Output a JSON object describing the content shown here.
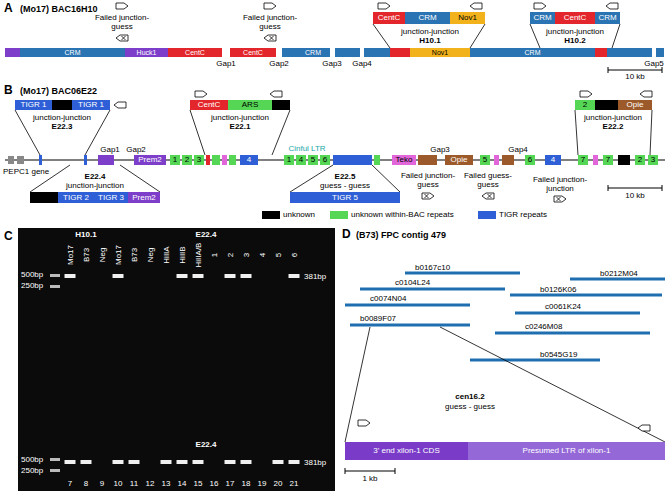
{
  "diagram": {
    "nodes": [
      {
        "text": [
          "CRM"
        ]
      },
      {
        "text": [
          "Huck1"
        ]
      },
      {
        "text": [
          "CentC"
        ]
      },
      {
        "text": [
          "CentC"
        ]
      },
      {
        "text": [
          "CRM"
        ]
      },
      {
        "text": [
          "CentC"
        ]
      },
      {
        "text": [
          "CRM"
        ]
      },
      {
        "text": [
          "Nov1"
        ]
      },
      {
        "text": [
          "Nov1"
        ]
      },
      {
        "text": [
          "CRM"
        ]
      },
      {
        "text": [
          "CRM"
        ]
      },
      {
        "text": [
          "CentC"
        ]
      },
      {
        "text": [
          "CRM"
        ]
      },
      {
        "text": [
          "TIGR 1"
        ]
      },
      {
        "text": [
          "TIGR 1"
        ]
      },
      {
        "text": [
          "CentC"
        ]
      },
      {
        "text": [
          "ARS"
        ]
      },
      {
        "text": [
          "2"
        ]
      },
      {
        "text": [
          "Opie"
        ]
      },
      {
        "text": [
          "Prem2"
        ]
      },
      {
        "text": [
          "1"
        ]
      },
      {
        "text": [
          "2"
        ]
      },
      {
        "text": [
          "3"
        ]
      },
      {
        "text": [
          "4"
        ]
      },
      {
        "text": [
          "1"
        ]
      },
      {
        "text": [
          "4"
        ]
      },
      {
        "text": [
          "5"
        ]
      },
      {
        "text": [
          "6"
        ]
      },
      {
        "text": [
          "Teko"
        ]
      },
      {
        "text": [
          "Opie"
        ]
      },
      {
        "text": [
          "5"
        ]
      },
      {
        "text": [
          "6"
        ]
      },
      {
        "text": [
          "4"
        ]
      },
      {
        "text": [
          "7"
        ]
      },
      {
        "text": [
          "7"
        ]
      },
      {
        "text": [
          "2"
        ]
      },
      {
        "text": [
          "3"
        ]
      },
      {
        "text": [
          "TIGR 2"
        ]
      },
      {
        "text": [
          "TIGR 3"
        ]
      },
      {
        "text": [
          "Prem2"
        ]
      },
      {
        "text": [
          "TIGR 5"
        ]
      },
      {
        "text": [
          "3' end xilon-1 CDS"
        ]
      },
      {
        "text": [
          "Presumed LTR of xilon-1"
        ]
      }
    ],
    "labels": [
      "A",
      "(Mo17) BAC16H10",
      "Failed junction-guess",
      "Failed junction-guess",
      "junction-junction",
      "H10.1",
      "junction-junction",
      "H10.2",
      "Gap1",
      "Gap2",
      "Gap3",
      "Gap4",
      "Gap5",
      "10 kb",
      "B",
      "(Mo17) BAC06E22",
      "junction-junction",
      "E22.3",
      "junction-junction",
      "E22.1",
      "junction-junction",
      "E22.2",
      "PEPC1 gene",
      "Gap1",
      "Gap2",
      "Cinful LTR",
      "Gap3",
      "Gap4",
      "E22.4",
      "junction-junction",
      "E22.5",
      "guess - guess",
      "Failed junction-guess",
      "Failed guess-guess",
      "Failed junction-junction",
      "10 kb",
      "C",
      "H10.1",
      "E22.4",
      "Mo17",
      "B73",
      "Neg",
      "Mo17",
      "B73",
      "Neg",
      "HiIIA",
      "HiIIB",
      "HiIIA/B",
      "1",
      "2",
      "3",
      "4",
      "5",
      "6",
      "500bp",
      "250bp",
      "381bp",
      "500bp",
      "250bp",
      "381bp",
      "7",
      "8",
      "9",
      "10",
      "11",
      "12",
      "13",
      "14",
      "15",
      "16",
      "17",
      "18",
      "19",
      "20",
      "21",
      "E22.4",
      "D",
      "(B73) FPC contig 479",
      "b0167c10",
      "c0104L24",
      "b0212M04",
      "c0074N04",
      "b0126K06",
      "c0061K24",
      "b0089F07",
      "c0246M08",
      "b0545G19",
      "cen16.2",
      "guess - guess",
      "1 kb"
    ],
    "legend": [
      {
        "text": "unknown",
        "color": "#000000"
      },
      {
        "text": "unknown within-BAC repeats",
        "color": "#55d655"
      },
      {
        "text": "TIGR repeats",
        "color": "#2f5fd6"
      }
    ]
  }
}
